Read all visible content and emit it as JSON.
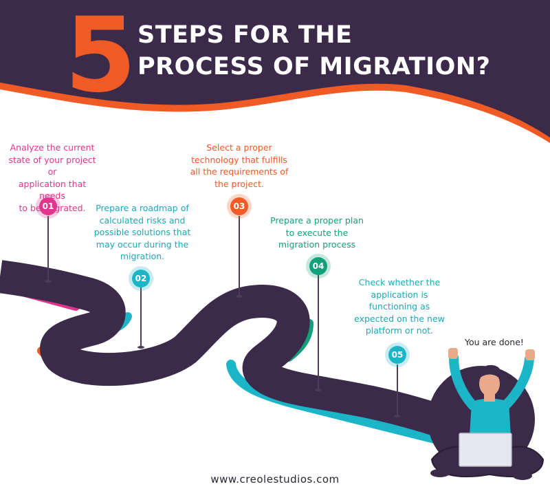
{
  "header": {
    "number": "5",
    "title_line1": "STEPS FOR THE",
    "title_line2": "PROCESS OF MIGRATION?"
  },
  "steps": [
    {
      "number": "01",
      "lines": [
        "Analyze the current",
        "state of your project or",
        "application that needs",
        "to be migrated."
      ],
      "color": "#e0358c"
    },
    {
      "number": "02",
      "lines": [
        "Prepare a roadmap of",
        "calculated risks and",
        "possible solutions that",
        "may occur during the",
        "migration."
      ],
      "color": "#1cb5c8"
    },
    {
      "number": "03",
      "lines": [
        "Select a proper",
        "technology that fulfills",
        "all the requirements of",
        "the  project."
      ],
      "color": "#f05a24"
    },
    {
      "number": "04",
      "lines": [
        "Prepare a proper plan",
        "to execute the",
        "migration process"
      ],
      "color": "#12a07a"
    },
    {
      "number": "05",
      "lines": [
        "Check whether the",
        "application is",
        "functioning as",
        "expected on the new",
        "platform or not."
      ],
      "color": "#1cb5c8"
    }
  ],
  "done_text": "You are done!",
  "footer": "www.creolestudios.com",
  "colors": {
    "purple": "#3b2a4a",
    "orange": "#f05a24",
    "pink": "#e0358c",
    "teal": "#1cb5c8",
    "green": "#12a07a"
  }
}
